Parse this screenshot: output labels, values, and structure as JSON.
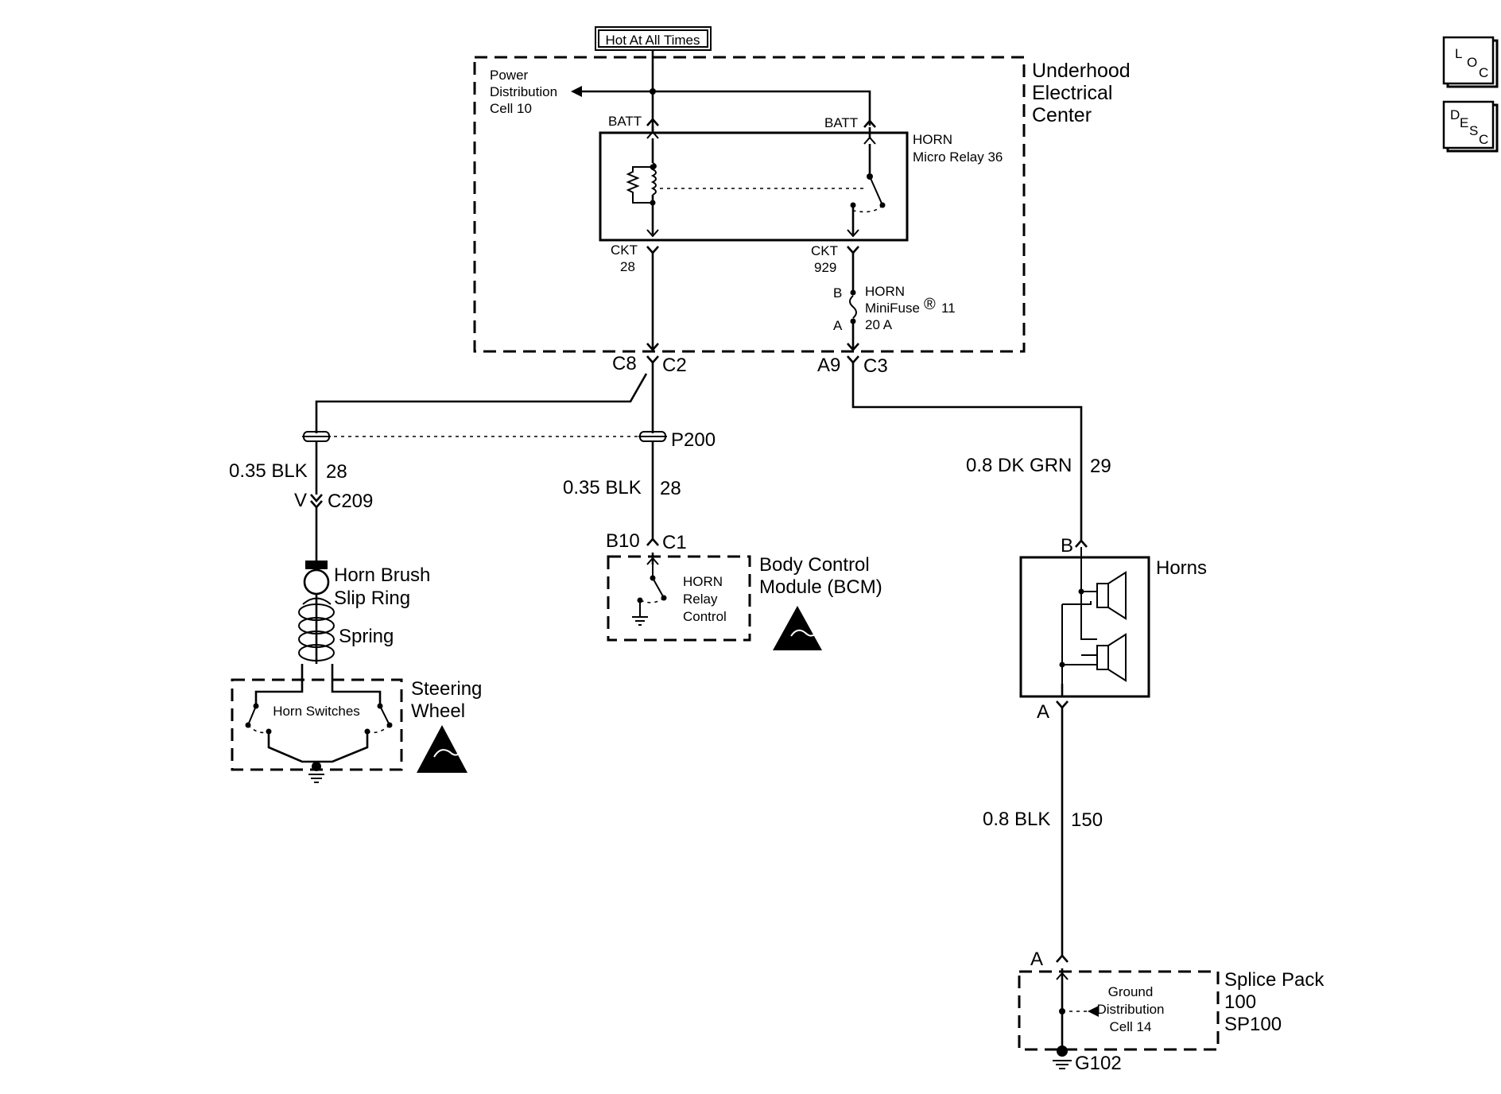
{
  "power": {
    "hot_label": "Hot At All Times",
    "pdc_line1": "Power",
    "pdc_line2": "Distribution",
    "pdc_line3": "Cell 10"
  },
  "uec": {
    "line1": "Underhood",
    "line2": "Electrical",
    "line3": "Center"
  },
  "relay": {
    "batt_left": "BATT",
    "batt_right": "BATT",
    "name_line1": "HORN",
    "name_line2": "Micro Relay 36",
    "ckt_left_line1": "CKT",
    "ckt_left_line2": "28",
    "ckt_right_line1": "CKT",
    "ckt_right_line2": "929"
  },
  "fuse": {
    "pin_b": "B",
    "pin_a": "A",
    "line1": "HORN",
    "line2": "MiniFuse",
    "reg": "®",
    "num": "11",
    "rating": "20 A"
  },
  "connectors": {
    "c8": "C8",
    "c2": "C2",
    "a9": "A9",
    "c3": "C3",
    "v": "V",
    "c209": "C209",
    "p200": "P200",
    "b10": "B10",
    "c1": "C1",
    "horn_b": "B",
    "horn_a": "A",
    "sp_a": "A"
  },
  "wires": {
    "left_gauge": "0.35 BLK",
    "left_ckt": "28",
    "mid_gauge": "0.35 BLK",
    "mid_ckt": "28",
    "right_gauge": "0.8 DK GRN",
    "right_ckt": "29",
    "ground_gauge": "0.8 BLK",
    "ground_ckt": "150"
  },
  "steering": {
    "brush_line1": "Horn Brush",
    "brush_line2": "Slip Ring",
    "spring": "Spring",
    "switches": "Horn Switches",
    "wheel_line1": "Steering",
    "wheel_line2": "Wheel"
  },
  "bcm": {
    "line1": "Body Control",
    "line2": "Module (BCM)",
    "ctrl_line1": "HORN",
    "ctrl_line2": "Relay",
    "ctrl_line3": "Control"
  },
  "horns": {
    "label": "Horns"
  },
  "splice": {
    "line1": "Splice Pack",
    "line2": "100",
    "line3": "SP100",
    "gd_line1": "Ground",
    "gd_line2": "Distribution",
    "gd_line3": "Cell 14",
    "ground": "G102"
  },
  "nav": {
    "loc": {
      "l1": "L",
      "l2": "O",
      "l3": "C"
    },
    "desc": {
      "l1": "D",
      "l2": "E",
      "l3": "S",
      "l4": "C"
    }
  }
}
